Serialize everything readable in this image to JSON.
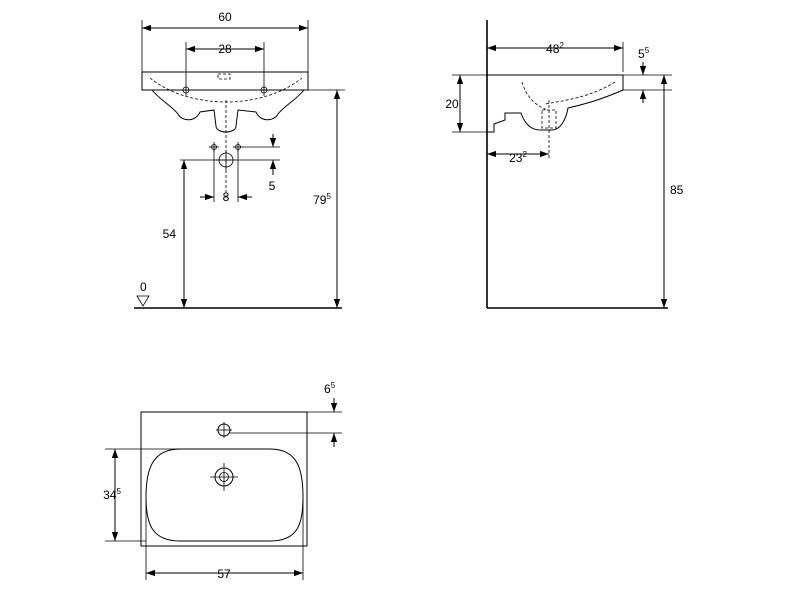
{
  "front_view": {
    "width": "60",
    "hole_spacing": "28",
    "tap_spacing": "8",
    "offset": "5",
    "height_54": "54",
    "height_79": "79",
    "height_79_sup": "5",
    "floor_label": "0"
  },
  "side_view": {
    "depth": "48",
    "depth_sup": "2",
    "rim": "5",
    "rim_sup": "5",
    "height_20": "20",
    "drain": "23",
    "drain_sup": "2",
    "total_height": "85"
  },
  "top_view": {
    "hole_offset": "6",
    "hole_offset_sup": "5",
    "bowl_depth": "34",
    "bowl_depth_sup": "5",
    "bowl_width": "57"
  }
}
